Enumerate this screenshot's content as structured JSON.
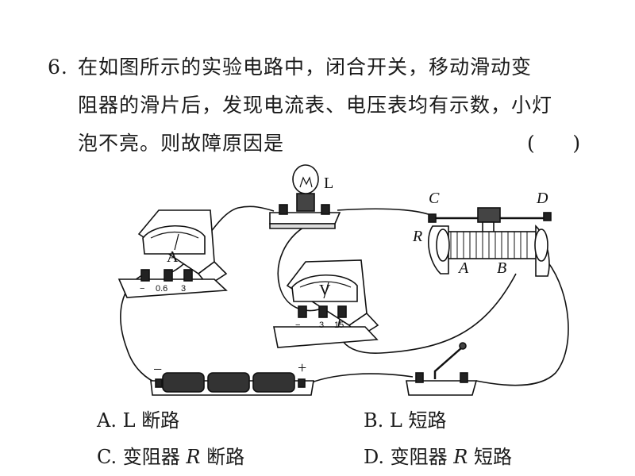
{
  "question": {
    "number": "6.",
    "lines": [
      "在如图所示的实验电路中，闭合开关，移动滑动变",
      "阻器的滑片后，发现电流表、电压表均有示数，小灯",
      "泡不亮。则故障原因是"
    ],
    "answer_bracket": "(      )"
  },
  "figure": {
    "bulb_label": "L",
    "ammeter": {
      "label": "A",
      "terminals": [
        "−",
        "0.6",
        "3"
      ]
    },
    "voltmeter": {
      "label": "V",
      "terminals": [
        "−",
        "3",
        "15"
      ]
    },
    "rheostat": {
      "label": "R",
      "terminal_c": "C",
      "terminal_d": "D",
      "terminal_a": "A",
      "terminal_b": "B"
    },
    "battery": {
      "negative": "−",
      "positive": "+"
    }
  },
  "options": [
    {
      "letter": "A.",
      "text": "L 断路"
    },
    {
      "letter": "B.",
      "text": "L 短路"
    },
    {
      "letter": "C.",
      "pre": "变阻器 ",
      "var": "R",
      "post": " 断路"
    },
    {
      "letter": "D.",
      "pre": "变阻器 ",
      "var": "R",
      "post": " 短路"
    }
  ]
}
